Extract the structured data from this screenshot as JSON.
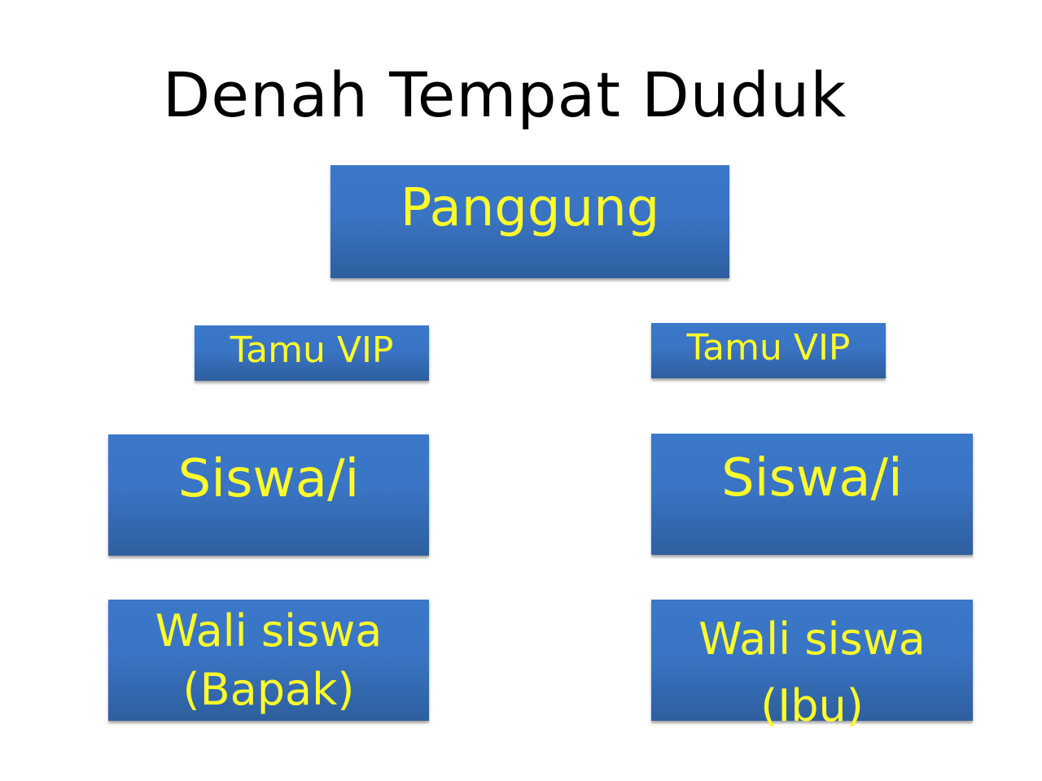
{
  "title": "Denah Tempat Duduk",
  "stage": {
    "label": "Panggung"
  },
  "vip": {
    "left_label": "Tamu VIP",
    "right_label": "Tamu VIP"
  },
  "students": {
    "left_label": "Siswa/i",
    "right_label": "Siswa/i"
  },
  "parents": {
    "left": {
      "line1": "Wali siswa",
      "line2": "(Bapak)"
    },
    "right": {
      "line1": "Wali siswa",
      "line2": "(Ibu)"
    }
  },
  "colors": {
    "box_fill": "#3a74c4",
    "box_text": "#fffb2a",
    "title_text": "#000000",
    "background": "#ffffff"
  }
}
